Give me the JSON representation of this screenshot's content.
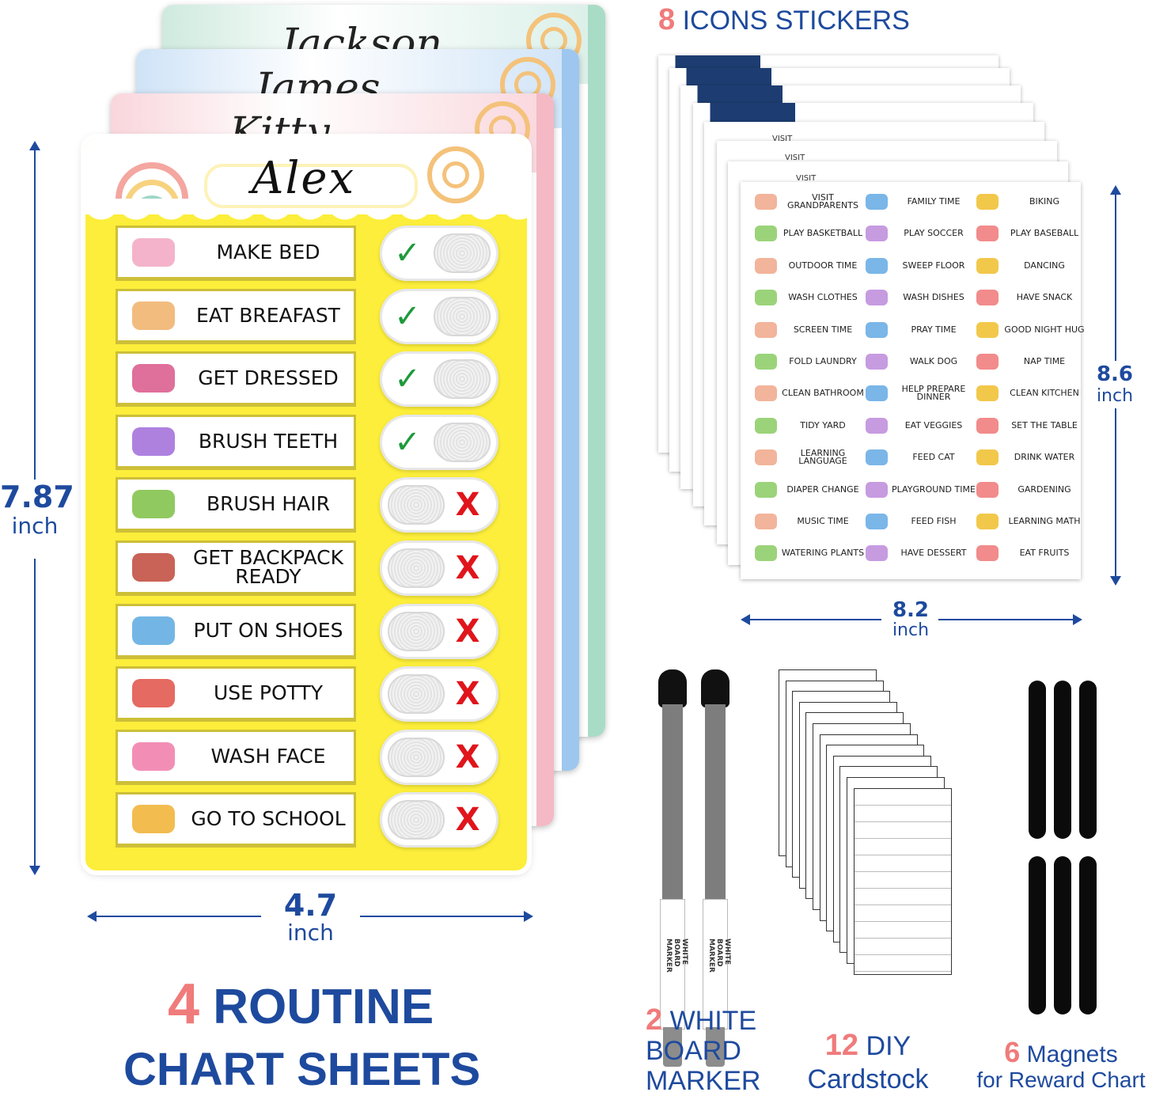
{
  "charts": {
    "background_names": [
      "Jackson",
      "James",
      "Kitty"
    ],
    "main_name": "Alex",
    "tasks": [
      {
        "label": "MAKE BED",
        "done": true
      },
      {
        "label": "EAT BREAFAST",
        "done": true
      },
      {
        "label": "GET DRESSED",
        "done": true
      },
      {
        "label": "BRUSH TEETH",
        "done": true
      },
      {
        "label": "BRUSH HAIR",
        "done": false
      },
      {
        "label": "GET BACKPACK READY",
        "done": false
      },
      {
        "label": "PUT ON SHOES",
        "done": false
      },
      {
        "label": "USE POTTY",
        "done": false
      },
      {
        "label": "WASH FACE",
        "done": false
      },
      {
        "label": "GO TO SCHOOL",
        "done": false
      }
    ],
    "done_mark": "✓",
    "todo_mark": "X"
  },
  "dimensions": {
    "chart_height": {
      "value": "7.87",
      "unit": "inch"
    },
    "chart_width": {
      "value": "4.7",
      "unit": "inch"
    },
    "sheet_height": {
      "value": "8.6",
      "unit": "inch"
    },
    "sheet_width": {
      "value": "8.2",
      "unit": "inch"
    }
  },
  "stickers": {
    "count": "8",
    "title": "ICONS STICKERS",
    "peek_labels": [
      "VISIT",
      "VISIT",
      "VISIT"
    ],
    "items": [
      [
        "VISIT GRANDPARENTS",
        "FAMILY TIME",
        "BIKING"
      ],
      [
        "PLAY BASKETBALL",
        "PLAY SOCCER",
        "PLAY BASEBALL"
      ],
      [
        "OUTDOOR TIME",
        "SWEEP FLOOR",
        "DANCING"
      ],
      [
        "WASH CLOTHES",
        "WASH DISHES",
        "HAVE SNACK"
      ],
      [
        "SCREEN TIME",
        "PRAY TIME",
        "GOOD NIGHT HUG"
      ],
      [
        "FOLD LAUNDRY",
        "WALK DOG",
        "NAP TIME"
      ],
      [
        "CLEAN BATHROOM",
        "HELP PREPARE DINNER",
        "CLEAN KITCHEN"
      ],
      [
        "TIDY YARD",
        "EAT VEGGIES",
        "SET THE TABLE"
      ],
      [
        "LEARNING LANGUAGE",
        "FEED CAT",
        "DRINK WATER"
      ],
      [
        "DIAPER CHANGE",
        "PLAYGROUND TIME",
        "GARDENING"
      ],
      [
        "MUSIC TIME",
        "FEED FISH",
        "LEARNING MATH"
      ],
      [
        "WATERING PLANTS",
        "HAVE DESSERT",
        "EAT FRUITS"
      ]
    ]
  },
  "routine": {
    "count": "4",
    "line1": "ROUTINE",
    "line2": "CHART SHEETS"
  },
  "markers": {
    "count": "2",
    "line1": "WHITE",
    "line2": "BOARD",
    "line3": "MARKER",
    "imprint": "WHITE BOARD MARKER"
  },
  "cardstock": {
    "count": "12",
    "line1": "DIY",
    "line2": "Cardstock"
  },
  "magnets": {
    "count": "6",
    "line1": "Magnets",
    "line2": "for Reward Chart"
  },
  "colors": {
    "navy": "#1e4a9e",
    "accent_pink": "#f07b7b",
    "chart_yellow": "#fcee3a",
    "check_green": "#1e9a3b",
    "cross_red": "#e0151b"
  }
}
